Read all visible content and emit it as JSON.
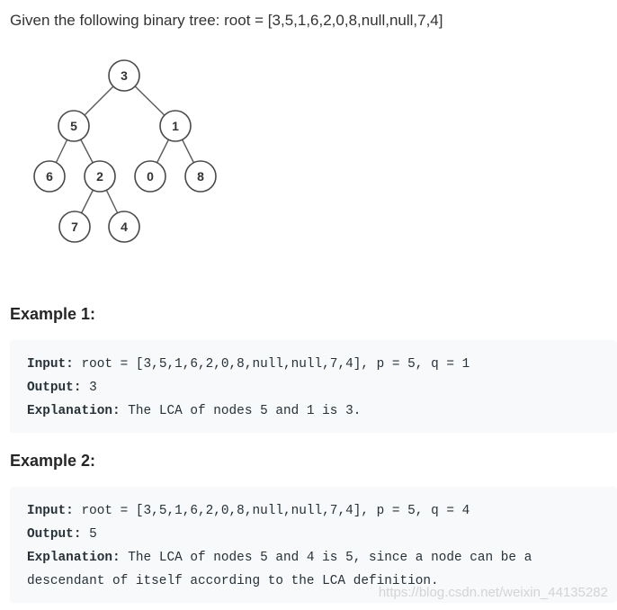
{
  "intro": "Given the following binary tree:  root = [3,5,1,6,2,0,8,null,null,7,4]",
  "tree": {
    "nodes": [
      {
        "value": "3"
      },
      {
        "value": "5"
      },
      {
        "value": "1"
      },
      {
        "value": "6"
      },
      {
        "value": "2"
      },
      {
        "value": "0"
      },
      {
        "value": "8"
      },
      {
        "value": "7"
      },
      {
        "value": "4"
      }
    ]
  },
  "examples": [
    {
      "heading": "Example 1:",
      "input_label": "Input:",
      "input_value": " root = [3,5,1,6,2,0,8,null,null,7,4], p = 5, q = 1",
      "output_label": "Output:",
      "output_value": " 3",
      "explanation_label": "Explanation:",
      "explanation_value": " The LCA of nodes 5 and 1 is 3."
    },
    {
      "heading": "Example 2:",
      "input_label": "Input:",
      "input_value": " root = [3,5,1,6,2,0,8,null,null,7,4], p = 5, q = 4",
      "output_label": "Output:",
      "output_value": " 5",
      "explanation_label": "Explanation:",
      "explanation_value": " The LCA of nodes 5 and 4 is 5, since a node can be a",
      "explanation_value_2": "descendant of itself according to the LCA definition."
    }
  ],
  "watermark": "https://blog.csdn.net/weixin_44135282"
}
